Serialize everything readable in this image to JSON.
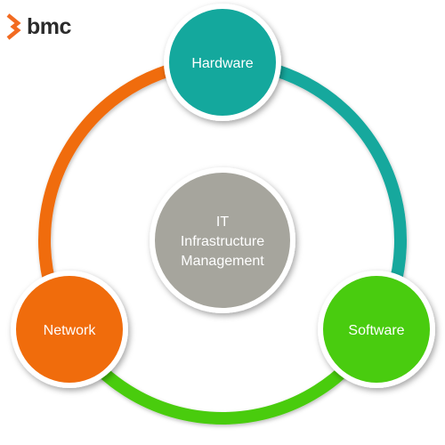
{
  "logo": {
    "text": "bmc",
    "mark_color": "#f26b21"
  },
  "center": {
    "lines": [
      "IT",
      "Infrastructure",
      "Management"
    ],
    "color": "#a6a59d"
  },
  "nodes": {
    "hardware": {
      "label": "Hardware",
      "color": "#14a89d"
    },
    "network": {
      "label": "Network",
      "color": "#f06c0c"
    },
    "software": {
      "label": "Software",
      "color": "#49cc0f"
    }
  },
  "arcs": {
    "hardware_to_software": "#14a89d",
    "software_to_network": "#49cc0f",
    "network_to_hardware": "#f06c0c"
  }
}
